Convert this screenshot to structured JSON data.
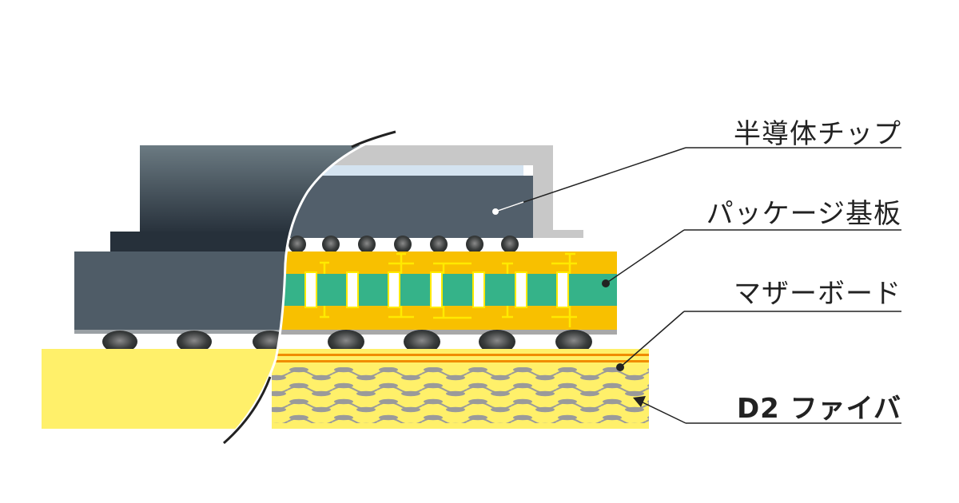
{
  "labels": {
    "chip": "半導体チップ",
    "package_substrate": "パッケージ基板",
    "motherboard": "マザーボード",
    "d2_fiber": "D2 ファイバ"
  },
  "colors": {
    "chip_dark": "#525f6b",
    "substrate_orange": "#f8c000",
    "substrate_green": "#35b389",
    "motherboard_yellow": "#fff06a",
    "fiber_gray": "#9a9a9a",
    "lid_gray": "#c8c8c8"
  }
}
